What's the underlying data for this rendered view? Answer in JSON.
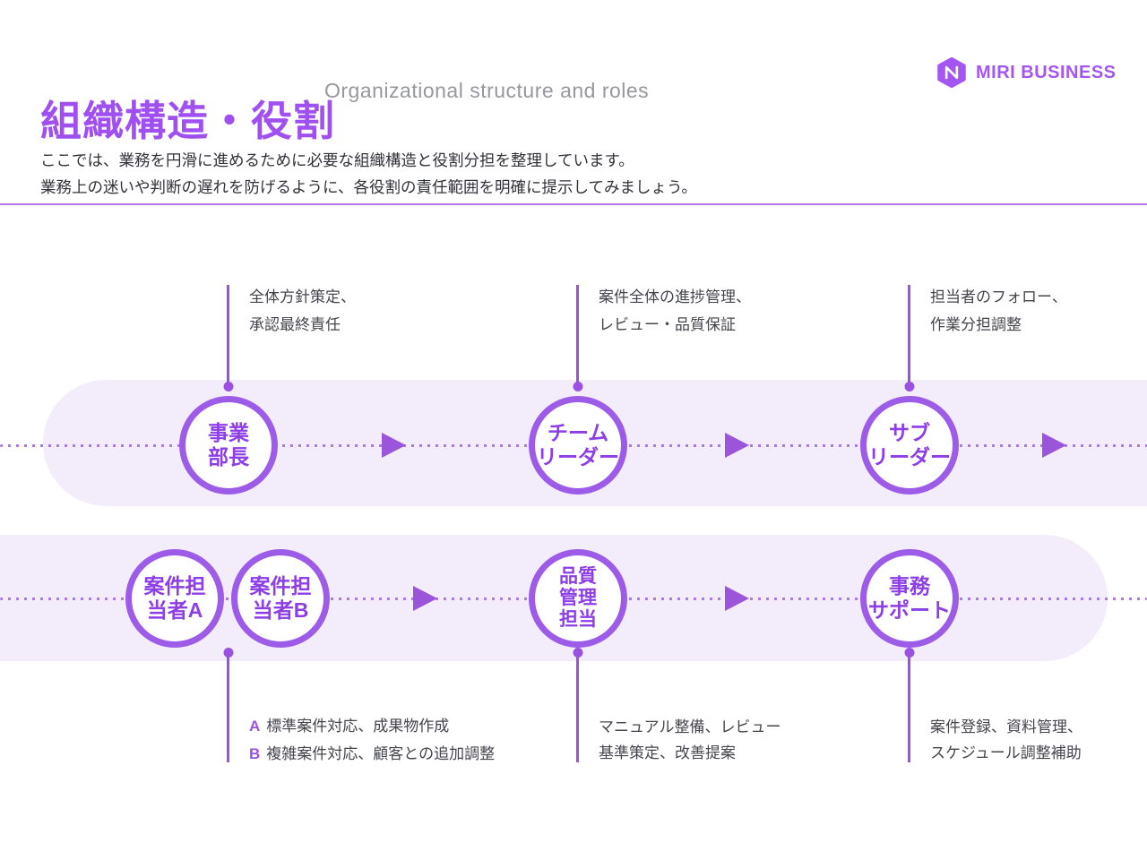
{
  "header": {
    "title": "組織構造・役割",
    "subtitle": "Organizational structure and roles",
    "brand": "MIRI BUSINESS",
    "description_line1": "ここでは、業務を円滑に進めるために必要な組織構造と役割分担を整理しています。",
    "description_line2": "業務上の迷いや判断の遅れを防げるように、各役割の責任範囲を明確に提示してみましょう。"
  },
  "diagram": {
    "row1": {
      "annotations": [
        {
          "line1": "全体方針策定、",
          "line2": "承認最終責任"
        },
        {
          "line1": "案件全体の進捗管理、",
          "line2": "レビュー・品質保証"
        },
        {
          "line1": "担当者のフォロー、",
          "line2": "作業分担調整"
        }
      ],
      "nodes": [
        {
          "line1": "事業",
          "line2": "部長"
        },
        {
          "line1": "チーム",
          "line2": "リーダー"
        },
        {
          "line1": "サブ",
          "line2": "リーダー"
        }
      ]
    },
    "row2": {
      "nodes": [
        {
          "line1": "案件担",
          "line2": "当者A"
        },
        {
          "line1": "案件担",
          "line2": "当者B"
        },
        {
          "line1": "品質",
          "line2": "管理",
          "line3": "担当"
        },
        {
          "line1": "事務",
          "line2": "サポート"
        }
      ],
      "annotations": [
        {
          "item_a_prefix": "A",
          "item_a_text": "標準案件対応、成果物作成",
          "item_b_prefix": "B",
          "item_b_text": "複雑案件対応、顧客との追加調整"
        },
        {
          "line1": "マニュアル整備、レビュー",
          "line2": "基準策定、改善提案"
        },
        {
          "line1": "案件登録、資料管理、",
          "line2": "スケジュール調整補助"
        }
      ]
    }
  },
  "colors": {
    "accent_purple": "#a050f0",
    "circle_border": "#9d5ce8",
    "circle_text": "#8d3ee6",
    "track_fill": "#f3ecfb",
    "connector": "#9b51e0",
    "dotted_line": "#ac78e4",
    "subtitle_gray": "#97979f"
  }
}
